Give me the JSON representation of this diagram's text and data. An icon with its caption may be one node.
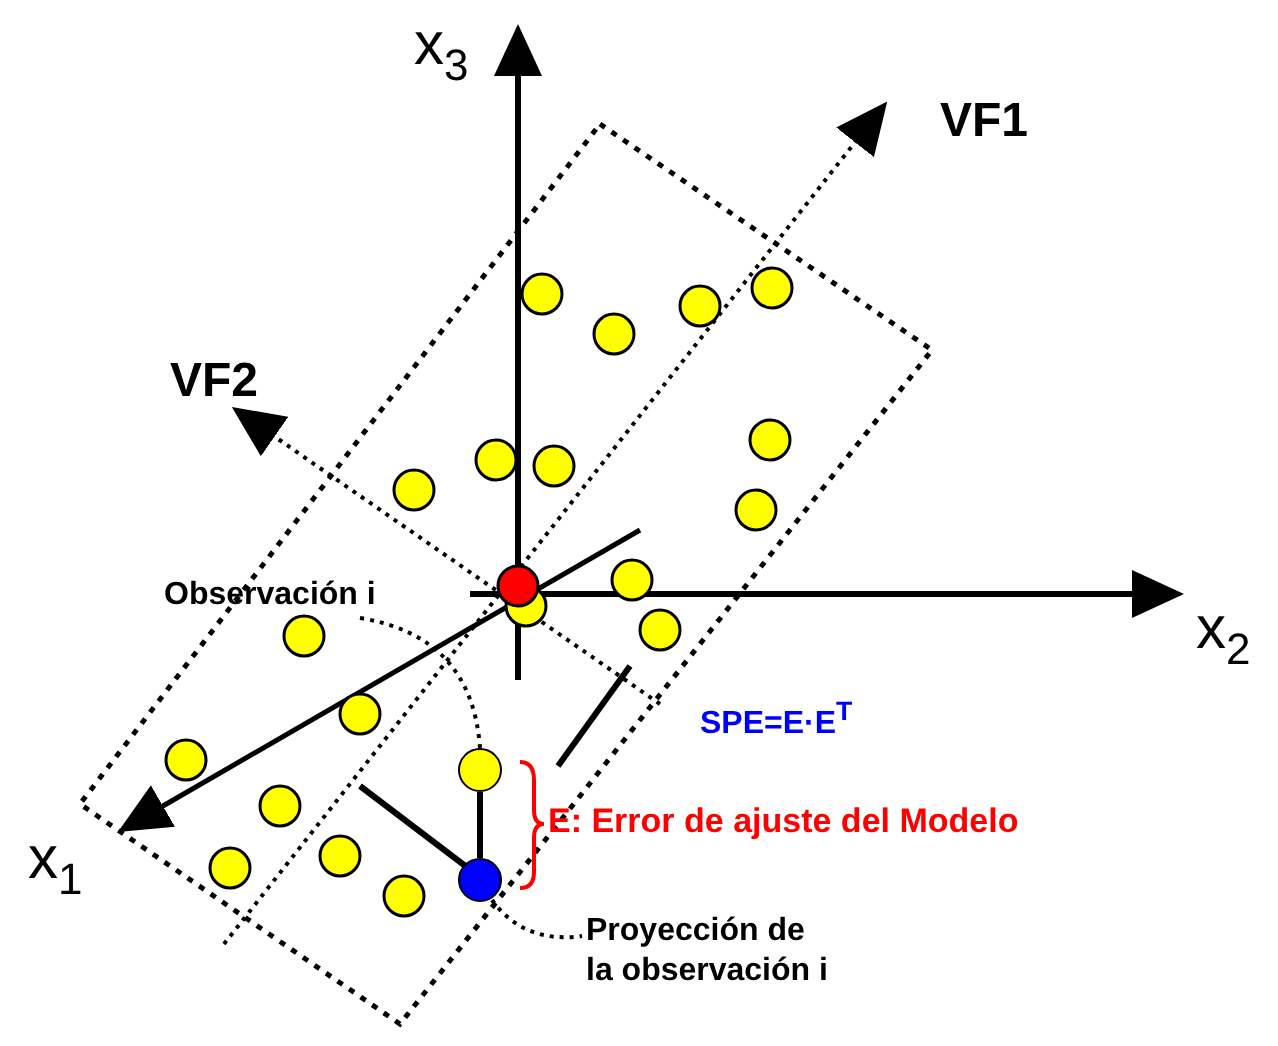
{
  "diagram": {
    "nodes": [
      {
        "text": [
          "Observación i"
        ]
      },
      {
        "text": [],
        "shape": "circle"
      },
      {
        "text": [
          "Proyección de la observación i"
        ]
      },
      {
        "text": [],
        "shape": "circle"
      }
    ],
    "edges": [
      {
        "from": 0,
        "to": 1,
        "arrow": "none",
        "style": "dashed"
      },
      {
        "from": 1,
        "to": 3,
        "arrow": "none"
      },
      {
        "from": 2,
        "to": 3,
        "arrow": "none",
        "style": "dashed"
      }
    ],
    "labels": [
      "x$_{3}$",
      "VF1",
      "VF2",
      "x$_{2}$",
      "SPE=E·E$^{T}$",
      "E: Error de ajuste del Modelo",
      "x$_{1}$"
    ]
  }
}
